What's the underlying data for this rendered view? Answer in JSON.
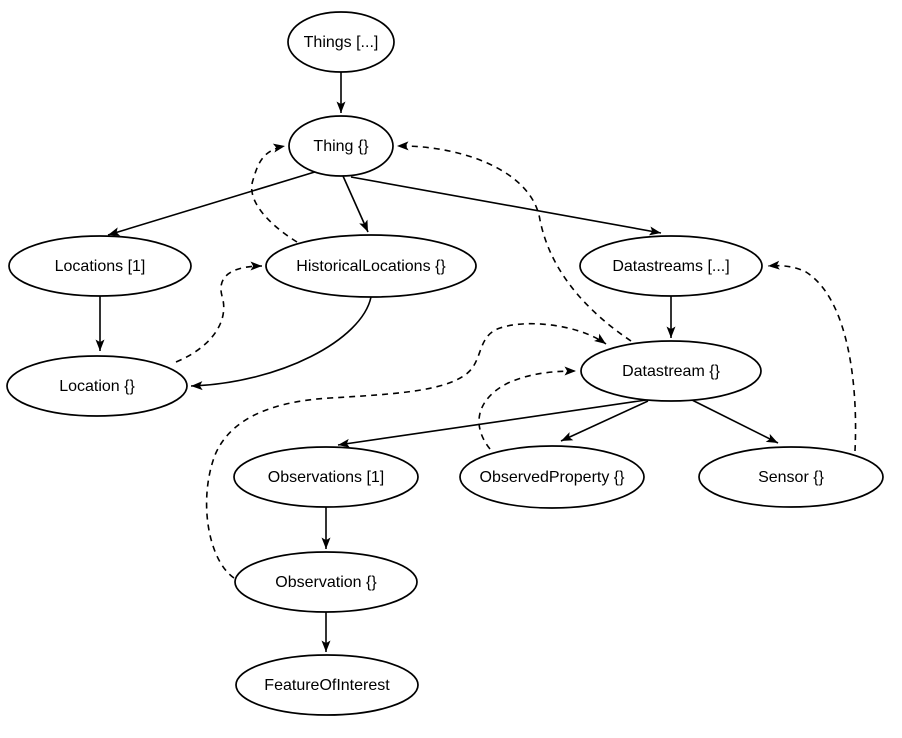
{
  "page": {
    "background_color": "#ffffff",
    "stroke_color": "#000000",
    "description": "SensorThings API entity relationship diagram"
  },
  "diagram": {
    "type": "entity-relationship-graph",
    "nodes": {
      "things": {
        "label": "Things [...]"
      },
      "thing": {
        "label": "Thing {}"
      },
      "locations": {
        "label": "Locations [1]"
      },
      "historicalLocations": {
        "label": "HistoricalLocations {}"
      },
      "datastreams": {
        "label": "Datastreams [...]"
      },
      "location": {
        "label": "Location {}"
      },
      "datastream": {
        "label": "Datastream {}"
      },
      "observations": {
        "label": "Observations [1]"
      },
      "observedProperty": {
        "label": "ObservedProperty {}"
      },
      "sensor": {
        "label": "Sensor {}"
      },
      "observation": {
        "label": "Observation {}"
      },
      "featureOfInterest": {
        "label": "FeatureOfInterest"
      }
    },
    "edges": [
      {
        "from": "Things [...]",
        "to": "Thing {}",
        "style": "solid"
      },
      {
        "from": "Thing {}",
        "to": "Locations [1]",
        "style": "solid"
      },
      {
        "from": "Thing {}",
        "to": "HistoricalLocations {}",
        "style": "solid"
      },
      {
        "from": "Thing {}",
        "to": "Datastreams [...]",
        "style": "solid"
      },
      {
        "from": "Locations [1]",
        "to": "Location {}",
        "style": "solid"
      },
      {
        "from": "HistoricalLocations {}",
        "to": "Location {}",
        "style": "solid"
      },
      {
        "from": "Datastreams [...]",
        "to": "Datastream {}",
        "style": "solid"
      },
      {
        "from": "Datastream {}",
        "to": "Observations [1]",
        "style": "solid"
      },
      {
        "from": "Datastream {}",
        "to": "ObservedProperty {}",
        "style": "solid"
      },
      {
        "from": "Datastream {}",
        "to": "Sensor {}",
        "style": "solid"
      },
      {
        "from": "Observations [1]",
        "to": "Observation {}",
        "style": "solid"
      },
      {
        "from": "Observation {}",
        "to": "FeatureOfInterest",
        "style": "solid"
      },
      {
        "from": "Location {}",
        "to": "HistoricalLocations {}",
        "style": "dashed"
      },
      {
        "from": "HistoricalLocations {}",
        "to": "Thing {}",
        "style": "dashed"
      },
      {
        "from": "Datastream {}",
        "to": "Thing {}",
        "style": "dashed"
      },
      {
        "from": "Observation {}",
        "to": "Datastream {}",
        "style": "dashed"
      },
      {
        "from": "ObservedProperty {}",
        "to": "Datastream {}",
        "style": "dashed"
      },
      {
        "from": "Sensor {}",
        "to": "Datastreams [...]",
        "style": "dashed"
      }
    ]
  }
}
